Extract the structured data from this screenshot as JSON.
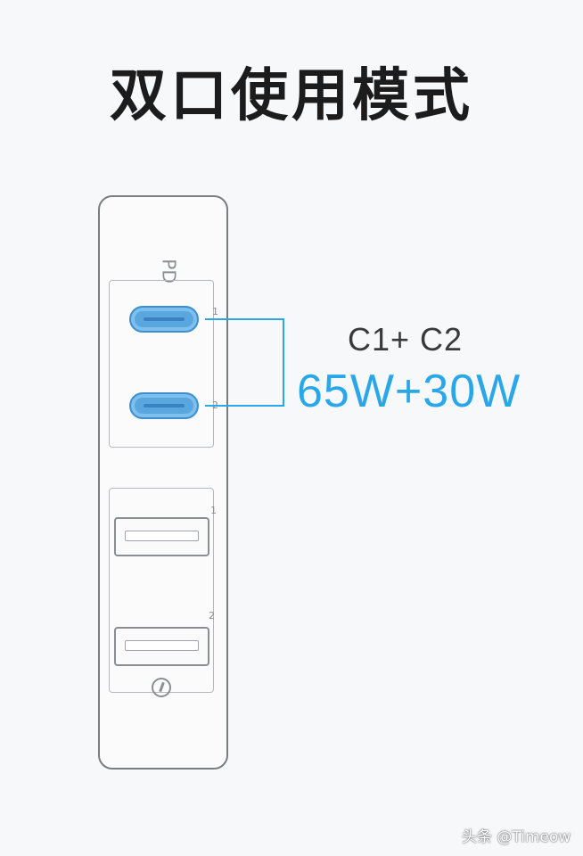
{
  "title": "双口使用模式",
  "charger": {
    "pd_label": "PD",
    "usbc_ports": [
      {
        "id": "C1",
        "number": "1",
        "color": "#5aa7e0"
      },
      {
        "id": "C2",
        "number": "2",
        "color": "#5aa7e0"
      }
    ],
    "usba_ports": [
      {
        "number": "1"
      },
      {
        "number": "2"
      }
    ],
    "qc_icon": "quick-charge-icon"
  },
  "mode": {
    "ports": "C1+ C2",
    "power": "65W+30W",
    "power_color": "#2aa7e8",
    "bracket_color": "#2aa7e8"
  },
  "watermark": "头条 @Timeow"
}
